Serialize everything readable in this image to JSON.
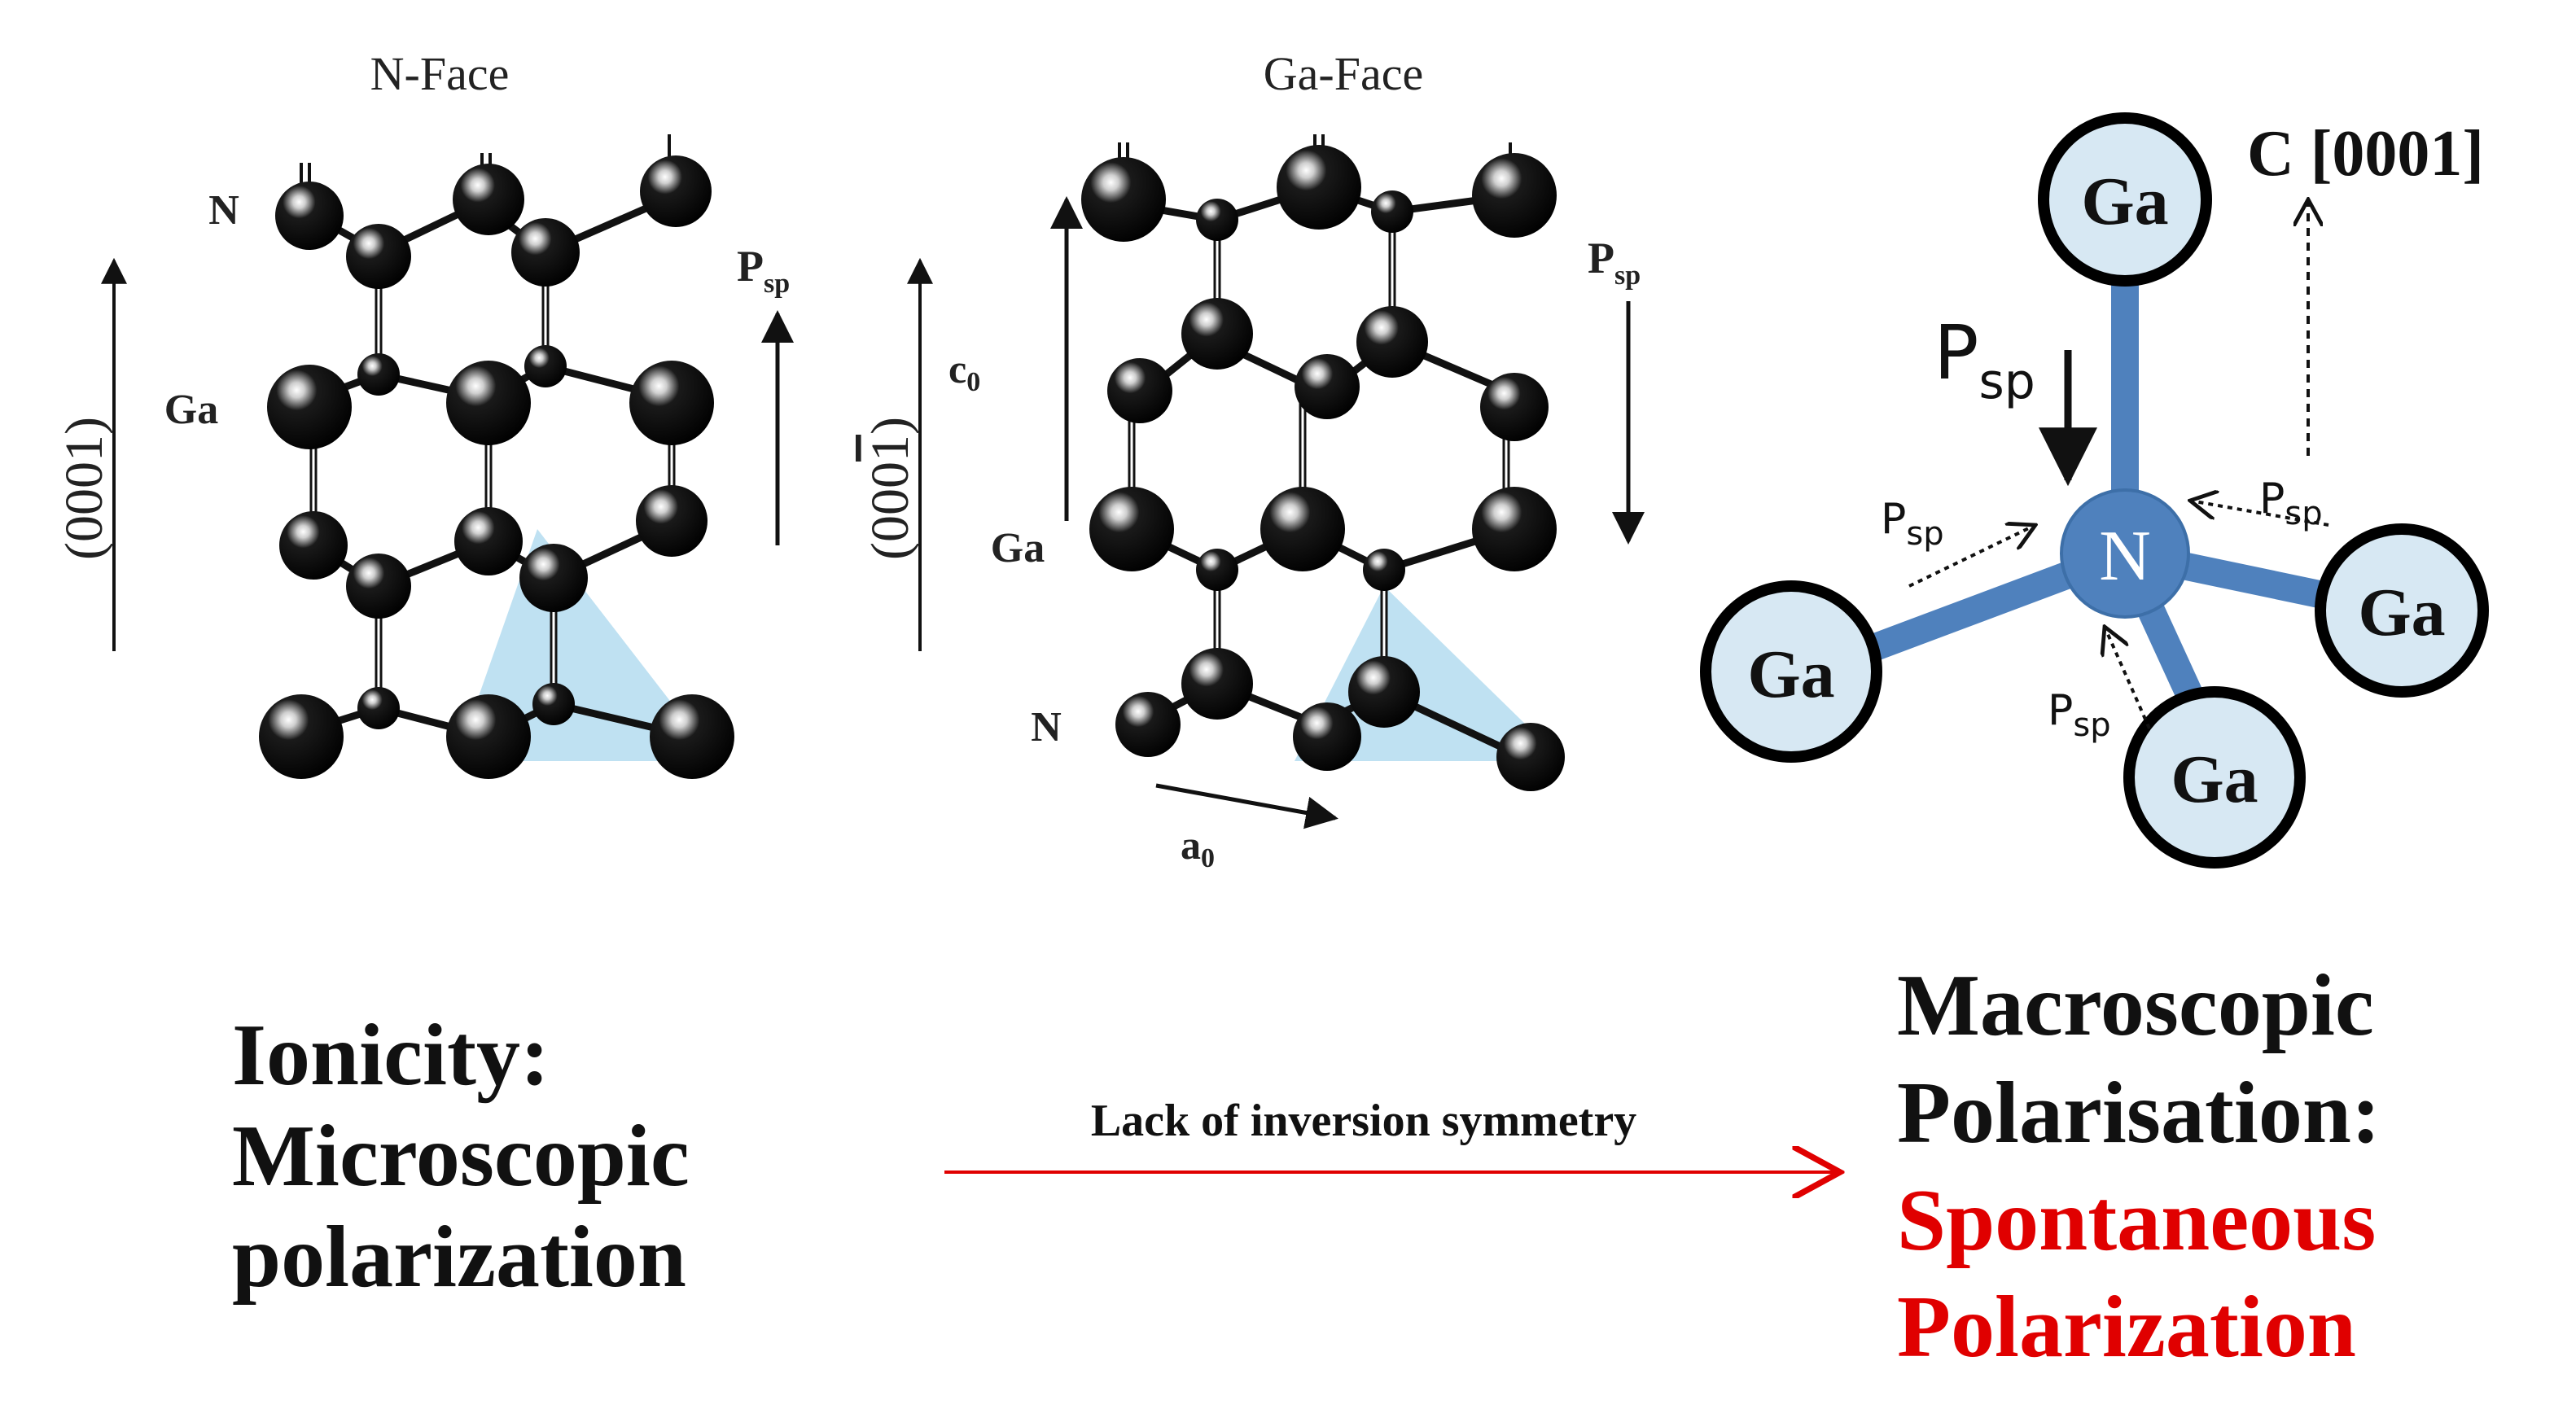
{
  "n_face": {
    "title": "N-Face",
    "label_n": "N",
    "label_ga": "Ga",
    "axis_label": "(0001)",
    "psp_main": "P",
    "psp_sub": "sp"
  },
  "ga_face": {
    "title": "Ga-Face",
    "axis_label_prefix": "(000",
    "axis_label_bar": "1",
    "axis_label_suffix": ")",
    "c0_main": "c",
    "c0_sub": "0",
    "label_ga": "Ga",
    "label_n": "N",
    "a0_main": "a",
    "a0_sub": "0",
    "psp_main": "P",
    "psp_sub": "sp"
  },
  "tetrahedron": {
    "center": "N",
    "top_atom": "Ga",
    "left_atom": "Ga",
    "right_atom": "Ga",
    "bottom_atom": "Ga",
    "c_axis": "C [0001]",
    "psp_big_main": "P",
    "psp_big_sub": "sp",
    "psp_small_main": "P",
    "psp_small_sub": "sp"
  },
  "bottom": {
    "left_line1": "Ionicity:",
    "left_line2": "Microscopic",
    "left_line3": "polarization",
    "arrow_label": "Lack of inversion symmetry",
    "right_line1": "Macroscopic",
    "right_line2": "Polarisation:",
    "right_line3": "Spontaneous",
    "right_line4": "Polarization"
  },
  "colors": {
    "atom": "#111111",
    "bond_blue": "#4f81bd",
    "circle_fill": "#d7e8f3",
    "tetra_shade": "#a9d7ee",
    "red": "#e00000"
  }
}
